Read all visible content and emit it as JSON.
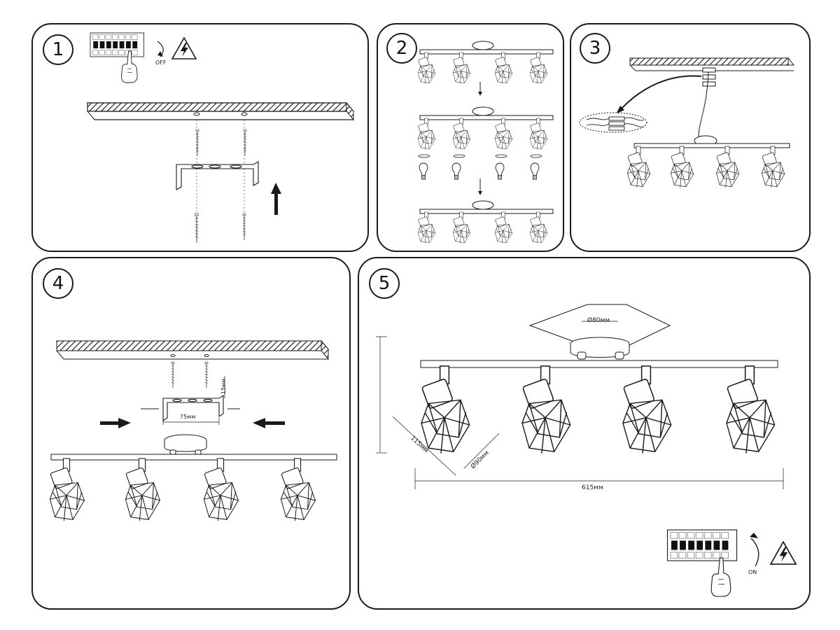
{
  "steps": [
    "1",
    "2",
    "3",
    "4",
    "5"
  ],
  "switch_labels": {
    "off": "OFF",
    "on": "ON"
  },
  "dimensions": {
    "bracket_height": "15мм",
    "bracket_width": "75мм",
    "canopy_diameter": "Ø80мм",
    "shade_length": "115мм",
    "shade_diameter": "Ø90мм",
    "total_length": "615мм"
  },
  "icons": [
    "circuit-breaker-icon",
    "hand-icon",
    "high-voltage-warning-icon",
    "arrow-up-icon",
    "arrow-right-icon",
    "arrow-left-icon",
    "arrow-down-icon",
    "light-bulb-icon",
    "wire-connector-icon"
  ],
  "colors": {
    "line": "#1a1a1a",
    "hatch": "#333333",
    "background": "#ffffff"
  }
}
